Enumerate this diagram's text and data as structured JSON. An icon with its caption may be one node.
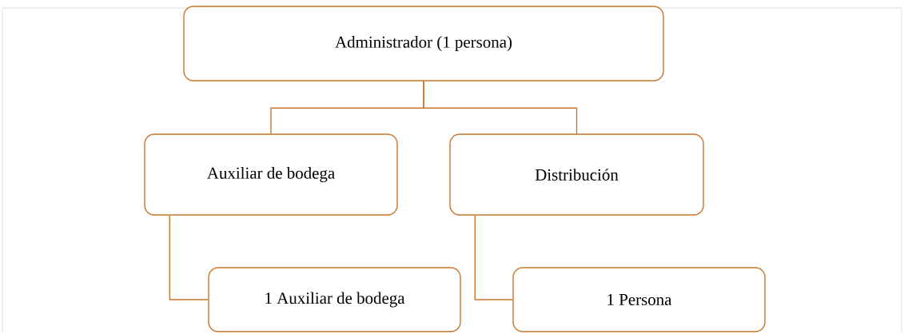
{
  "diagram": {
    "nodes": [
      {
        "text": [
          "Administrador (1 persona)"
        ]
      },
      {
        "text": [
          "Auxiliar de bodega"
        ]
      },
      {
        "text": [
          "Distribución"
        ]
      },
      {
        "text": [
          "1 Auxiliar de bodega"
        ]
      },
      {
        "text": [
          "1 Persona"
        ]
      }
    ],
    "edges": [
      {
        "from": 0,
        "to": 1,
        "arrow": "none"
      },
      {
        "from": 0,
        "to": 2,
        "arrow": "none"
      },
      {
        "from": 1,
        "to": 3,
        "arrow": "none"
      },
      {
        "from": 2,
        "to": 4,
        "arrow": "none"
      }
    ]
  }
}
